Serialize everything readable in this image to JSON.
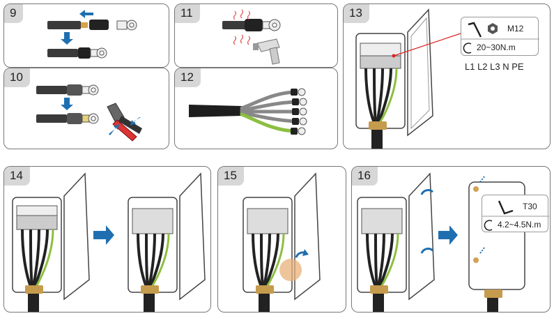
{
  "steps": [
    {
      "number": "9"
    },
    {
      "number": "10"
    },
    {
      "number": "11"
    },
    {
      "number": "12"
    },
    {
      "number": "13"
    },
    {
      "number": "14"
    },
    {
      "number": "15"
    },
    {
      "number": "16"
    }
  ],
  "step13": {
    "bolt_size": "M12",
    "torque": "20~30N.m",
    "terminals": "L1 L2 L3 N PE"
  },
  "step16": {
    "screw_type": "T30",
    "torque": "4.2~4.5N.m"
  },
  "colors": {
    "arrow": "#1f6fb0",
    "cable": "#2a2a2a",
    "pe_wire": "#8cbf3f",
    "heat": "#e05050"
  }
}
